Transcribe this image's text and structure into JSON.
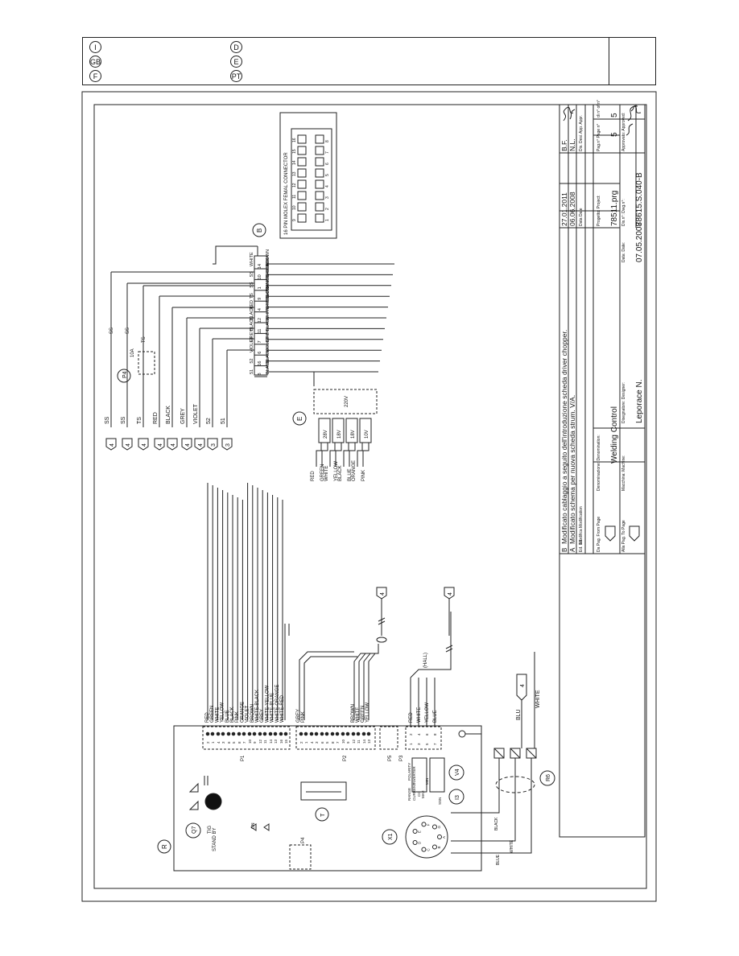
{
  "header": {
    "languages": [
      {
        "code": "I"
      },
      {
        "code": "GB"
      },
      {
        "code": "F"
      },
      {
        "code": "D"
      },
      {
        "code": "E"
      },
      {
        "code": "PT"
      }
    ]
  },
  "connector_b": {
    "label": "B",
    "title": "16 PIN MOLEX FEMAL CONNECTOR",
    "top_row": [
      "9",
      "10",
      "11",
      "12",
      "13",
      "14",
      "15",
      "16"
    ],
    "bottom_row": [
      "1",
      "2",
      "3",
      "4",
      "5",
      "6",
      "7",
      "8"
    ]
  },
  "molex_pins": [
    {
      "pin": "14",
      "left": "WHITE",
      "right": "BROWN"
    },
    {
      "pin": "10",
      "left": "SS",
      "right": "WHITE"
    },
    {
      "pin": "1",
      "left": "SS",
      "right": "WHITE-BLACK"
    },
    {
      "pin": "9",
      "left": "TS",
      "right": "BLUE"
    },
    {
      "pin": "4",
      "left": "RED",
      "right": "WHITE-ORANGE"
    },
    {
      "pin": "12",
      "left": "BLACK",
      "right": "WHITE-YELLOW"
    },
    {
      "pin": "11",
      "left": "BLACK",
      "right": "BLACK"
    },
    {
      "pin": "7",
      "left": "GREY",
      "right": "GREY"
    },
    {
      "pin": "6",
      "left": "VIOLET",
      "right": "VIOLET"
    },
    {
      "pin": "16",
      "left": "52",
      "right": "BLACK"
    },
    {
      "pin": "8",
      "left": "51",
      "right": "BLACK"
    }
  ],
  "left_terminals": [
    {
      "ref": "4",
      "wire": "SS"
    },
    {
      "ref": "4",
      "wire": "SS"
    },
    {
      "ref": "4",
      "wire": "TS"
    },
    {
      "ref": "4",
      "wire": "RED"
    },
    {
      "ref": "4",
      "wire": "BLACK"
    },
    {
      "ref": "4",
      "wire": "GREY"
    },
    {
      "ref": "4",
      "wire": "VIOLET"
    },
    {
      "ref": "3",
      "wire": "52"
    },
    {
      "ref": "3",
      "wire": "51"
    }
  ],
  "thermostat": {
    "label": "P4",
    "rating": "10A",
    "wire": "TS"
  },
  "transformer": {
    "label": "E",
    "primary": "220V",
    "secondaries": [
      {
        "voltage": "28V",
        "wires": [
          "RED",
          "GREEN"
        ]
      },
      {
        "voltage": "18V",
        "wires": [
          "WHITE",
          "YELLOW"
        ]
      },
      {
        "voltage": "18V",
        "wires": [
          "BLACK",
          "BLUE"
        ]
      },
      {
        "voltage": "10V",
        "wires": [
          "ORANGE",
          "PINK"
        ]
      }
    ]
  },
  "p1_wires": [
    "RED",
    "GREEN",
    "WHITE",
    "YELLOW",
    "BLUE",
    "BLACK",
    "PINK",
    "ORANGE",
    "VIOLET",
    "BROWN",
    "WHITE-BLACK",
    "GREY",
    "WHITE-YELLOW",
    "WHITE-BLUE",
    "WHITE-ORANGE",
    "WHITE-RED"
  ],
  "p1_pins": [
    "2",
    "4",
    "6",
    "8",
    "10",
    "12",
    "14",
    "16",
    "1",
    "3",
    "5",
    "7",
    "9",
    "11",
    "13",
    "15"
  ],
  "p2_wires": [
    "GREY",
    "PINK",
    "BROWN",
    "WHITE",
    "GREEN",
    "YELLOW"
  ],
  "p2_pins": [
    "2",
    "4",
    "6",
    "8",
    "10",
    "12",
    "14",
    "1",
    "3",
    "5",
    "7",
    "9",
    "11",
    "13"
  ],
  "p3_wires": [
    "RED",
    "WHITE",
    "YELLOW",
    "BLUE"
  ],
  "p3_pins": [
    "2",
    "4",
    "6",
    "8",
    "1",
    "3",
    "5",
    "7"
  ],
  "board": {
    "label": "R",
    "p1": "P1",
    "p2": "P2",
    "p3": "P3",
    "p4": "P4",
    "p5": "P5",
    "hall": "(HALL)",
    "q7": "Q7",
    "tig": "TIG",
    "stand_by": "STAND BY",
    "on": "ON",
    "t": "T",
    "i3": "I3",
    "v4": "V4",
    "x1": "X1",
    "range": "RANGE",
    "current": "CURRENT",
    "cc": "CC",
    "min": "MIN",
    "max": "MAX",
    "polarity": "POLARITY",
    "inverter": "INVERTER",
    "ssn": "SSN",
    "x1_pins": [
      "A",
      "B",
      "C",
      "D",
      "E",
      "F",
      "G"
    ],
    "r6": "R6",
    "blu": "BLU",
    "white": "WHITE",
    "black": "BLACK",
    "blue": "BLUE",
    "ref4": "4"
  },
  "title_block": {
    "revisions": [
      {
        "rev": "B",
        "desc": "Modificato cablaggio a seguito dell'introduzione scheda driver chopper.",
        "date": "27.01.2011",
        "by": "B.F."
      },
      {
        "rev": "A",
        "desc": "Modificato schema per nuova scheda strum. V/A.",
        "date": "06.06.2008",
        "by": "N.L."
      }
    ],
    "ed_label": "Ed. Ed.",
    "modif_label": "Modifica Modification",
    "date_label": "Data Date",
    "dis_label": "Dis. Desi.",
    "app_label": "App. Appr.",
    "denomination_label": "Denominazione: Denomination:",
    "denomination": "Welding Control",
    "project_label": "Progetto: Project:",
    "project": "78511.prg",
    "page_label": "Pag.n° Page n°",
    "page": "5",
    "of_label": "di n° of n°",
    "of": "5",
    "machine_label": "Macchina: Machine:",
    "designer_label": "Disegnatore: Designer:",
    "designer": "Leporace N.",
    "date2_label": "Data: Date:",
    "date2": "07.05.2008",
    "dwg_label": "Dis.n°: Dwg.n°:",
    "dwg": "78615.S.040-B",
    "approved_label": "Approvato: Approved:",
    "from_page_label": "Da Pag. From Page",
    "to_page_label": "Alla Pag. To Page"
  }
}
